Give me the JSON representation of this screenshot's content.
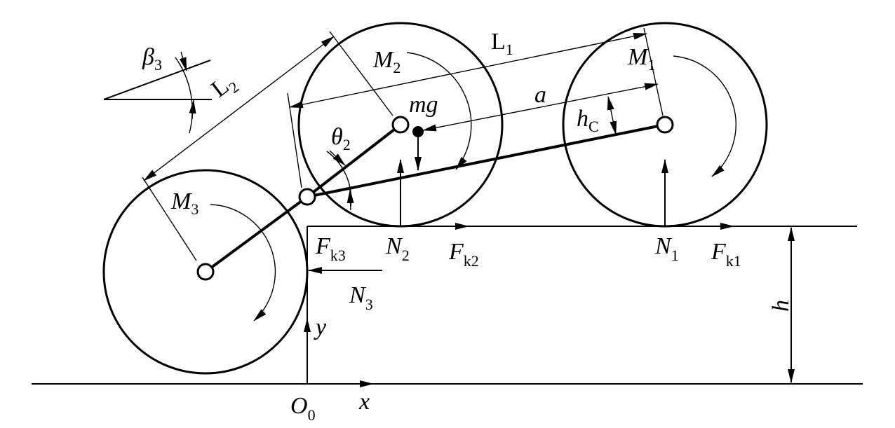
{
  "labels": {
    "beta3": {
      "main": "β",
      "sub": "3"
    },
    "L2": {
      "main": "L",
      "sub": "2"
    },
    "M2": {
      "main": "M",
      "sub": "2"
    },
    "L1": {
      "main": "L",
      "sub": "1"
    },
    "M1": {
      "main": "M",
      "sub": "1"
    },
    "mg": {
      "main": "mg"
    },
    "a": {
      "main": "a"
    },
    "hc": {
      "main": "h",
      "sub": "C"
    },
    "theta2": {
      "main": "θ",
      "sub": "2"
    },
    "M3": {
      "main": "M",
      "sub": "3"
    },
    "Fk3": {
      "main": "F",
      "sub": "k3"
    },
    "N2": {
      "main": "N",
      "sub": "2"
    },
    "Fk2": {
      "main": "F",
      "sub": "k2"
    },
    "N1": {
      "main": "N",
      "sub": "1"
    },
    "Fk1": {
      "main": "F",
      "sub": "k1"
    },
    "N3": {
      "main": "N",
      "sub": "3"
    },
    "h": {
      "main": "h"
    },
    "y": {
      "main": "y"
    },
    "O0": {
      "main": "O",
      "sub": "0"
    },
    "x": {
      "main": "x"
    }
  }
}
